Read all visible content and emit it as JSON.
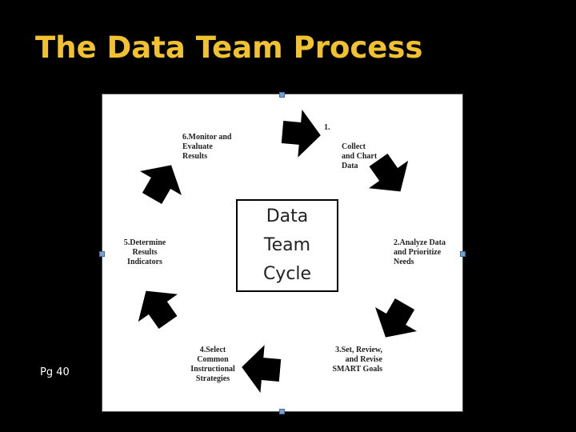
{
  "slide": {
    "title": "The Data Team Process",
    "page_ref": "Pg 40"
  },
  "diagram": {
    "center_lines": [
      "Data",
      "Team",
      "Cycle"
    ],
    "steps": [
      {
        "number": "1.",
        "text": "Collect\nand Chart\nData"
      },
      {
        "number": "2.",
        "text": "Analyze Data\nand Prioritize\nNeeds"
      },
      {
        "number": "3.",
        "text": "Set, Review,\nand Revise\nSMART Goals"
      },
      {
        "number": "4.",
        "text": "Select\nCommon\nInstructional\nStrategies"
      },
      {
        "number": "5.",
        "text": "Determine\nResults\nIndicators"
      },
      {
        "number": "6.",
        "text": "Monitor and\nEvaluate\nResults"
      }
    ]
  }
}
